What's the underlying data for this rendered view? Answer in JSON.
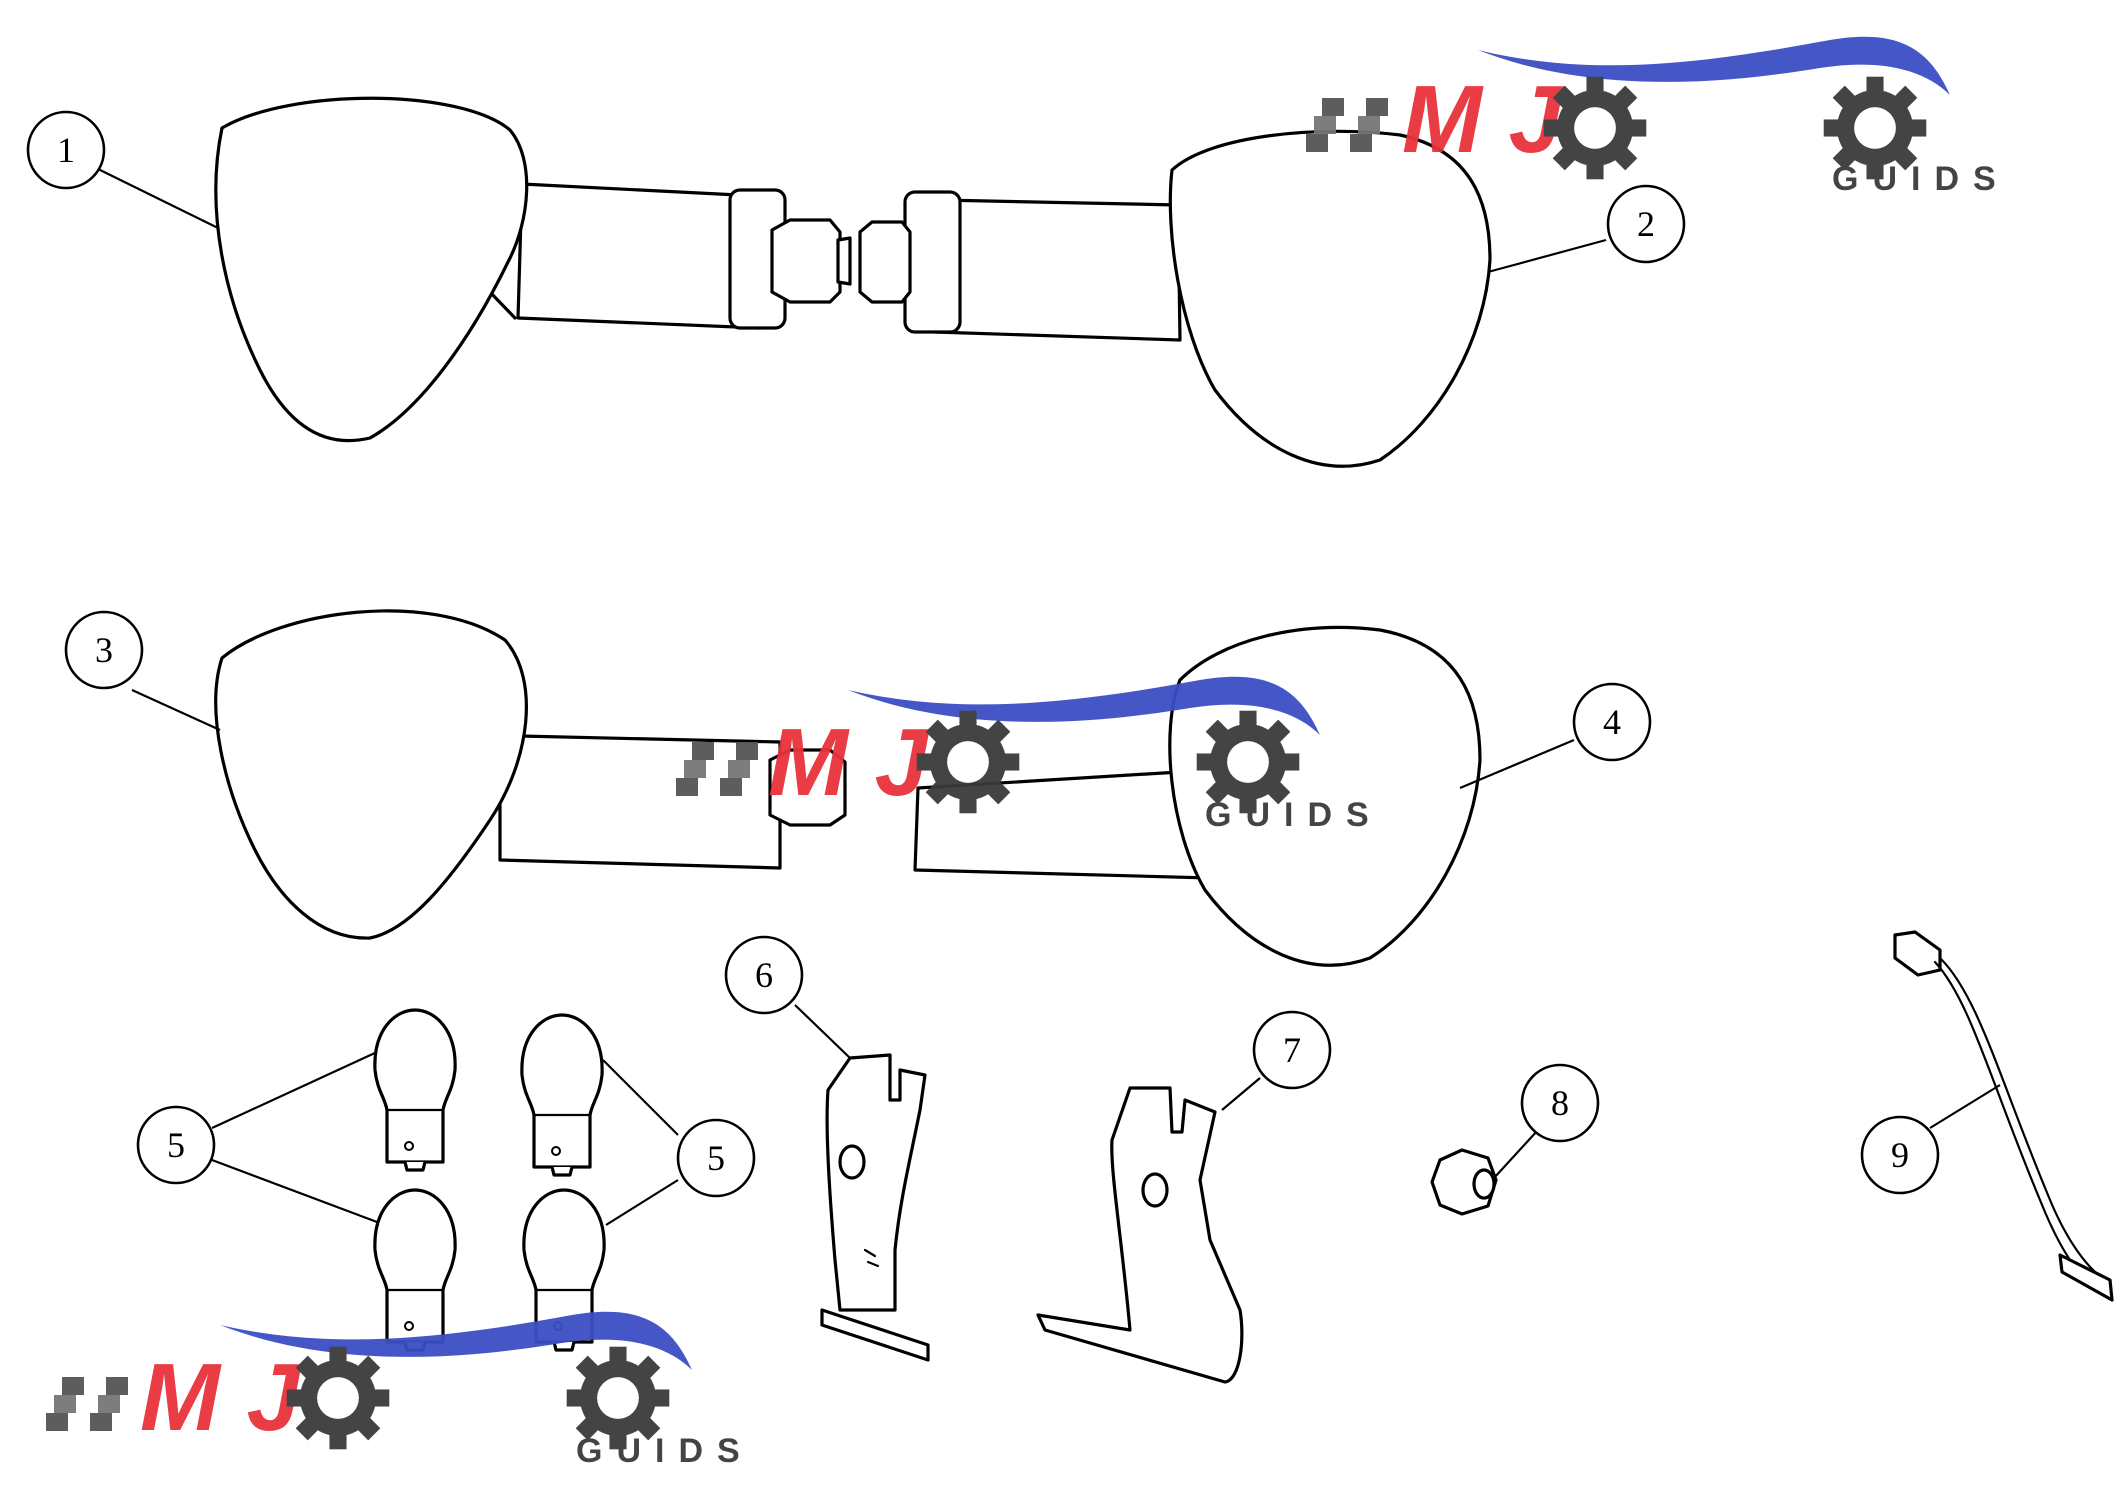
{
  "diagram": {
    "callouts": [
      {
        "id": "callout-1",
        "label": "1"
      },
      {
        "id": "callout-2",
        "label": "2"
      },
      {
        "id": "callout-3",
        "label": "3"
      },
      {
        "id": "callout-4",
        "label": "4"
      },
      {
        "id": "callout-5a",
        "label": "5"
      },
      {
        "id": "callout-5b",
        "label": "5"
      },
      {
        "id": "callout-6",
        "label": "6"
      },
      {
        "id": "callout-7",
        "label": "7"
      },
      {
        "id": "callout-8",
        "label": "8"
      },
      {
        "id": "callout-9",
        "label": "9"
      }
    ]
  },
  "watermark": {
    "brand_letters": "M J",
    "sub_text": "GUIDS",
    "colors": {
      "red": "#e8323a",
      "blue": "#3b4fc4",
      "gray": "#3a3a3a"
    },
    "icons": [
      "checkered-flag-icon",
      "gear-icon",
      "swoosh-icon"
    ]
  }
}
